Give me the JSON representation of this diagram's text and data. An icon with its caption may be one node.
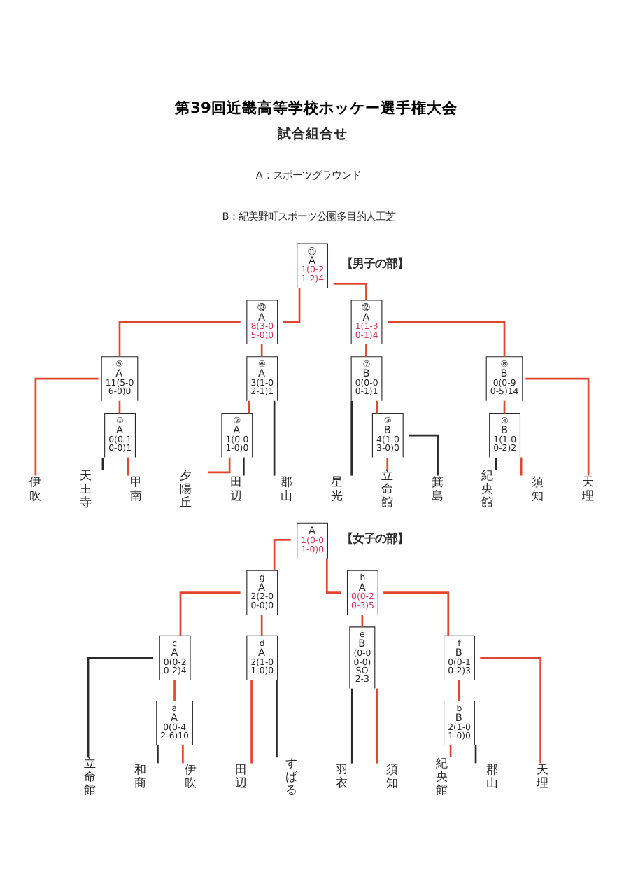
{
  "diagram": {
    "title": "第39回近畿高等学校ホッケー選手権大会",
    "nodes": [
      {
        "text": [
          "⑪",
          "A",
          "1(0-2 1-2)4"
        ]
      },
      {
        "text": [
          "⑬",
          "A",
          "8(3-0 5-0)0"
        ]
      },
      {
        "text": [
          "⑫",
          "A",
          "1(1-3 0-1)4"
        ]
      },
      {
        "text": [
          "⑤",
          "A",
          "11(5-0 6-0)0"
        ]
      },
      {
        "text": [
          "⑥",
          "A",
          "3(1-0 2-1)1"
        ]
      },
      {
        "text": [
          "⑦",
          "B",
          "0(0-0 0-1)1"
        ]
      },
      {
        "text": [
          "⑧",
          "B",
          "0(0-9 0-5)14"
        ]
      },
      {
        "text": [
          "①",
          "A",
          "0(0-1 0-0)1"
        ]
      },
      {
        "text": [
          "②",
          "A",
          "1(0-0 1-0)0"
        ]
      },
      {
        "text": [
          "③",
          "B",
          "4(1-0 3-0)0"
        ]
      },
      {
        "text": [
          "④",
          "B",
          "1(1-0 0-2)2"
        ]
      },
      {
        "text": [
          "伊吹"
        ]
      },
      {
        "text": [
          "天王寺"
        ]
      },
      {
        "text": [
          "甲南"
        ]
      },
      {
        "text": [
          "夕陽丘"
        ]
      },
      {
        "text": [
          "田辺"
        ]
      },
      {
        "text": [
          "郡山"
        ]
      },
      {
        "text": [
          "星光"
        ]
      },
      {
        "text": [
          "立命館"
        ]
      },
      {
        "text": [
          "箕島"
        ]
      },
      {
        "text": [
          "紀央館"
        ]
      },
      {
        "text": [
          "須知"
        ]
      },
      {
        "text": [
          "天理"
        ]
      },
      {
        "text": [
          "A",
          "1(0-0 1-0)0"
        ]
      },
      {
        "text": [
          "g",
          "A",
          "2(2-0 0-0)0"
        ]
      },
      {
        "text": [
          "h",
          "A",
          "0(0-2 0-3)5"
        ]
      },
      {
        "text": [
          "c",
          "A",
          "0(0-2 0-2)4"
        ]
      },
      {
        "text": [
          "d",
          "A",
          "2(1-0 1-0)0"
        ]
      },
      {
        "text": [
          "e",
          "B",
          "(0-0 0-0)",
          "SO",
          "2-3"
        ]
      },
      {
        "text": [
          "f",
          "B",
          "0(0-1 0-2)3"
        ]
      },
      {
        "text": [
          "a",
          "A",
          "0(0-4 2-6)10"
        ]
      },
      {
        "text": [
          "b",
          "B",
          "2(1-0 1-0)0"
        ]
      },
      {
        "text": [
          "立命館"
        ]
      },
      {
        "text": [
          "和商"
        ]
      },
      {
        "text": [
          "伊吹"
        ]
      },
      {
        "text": [
          "田辺"
        ]
      },
      {
        "text": [
          "すばる"
        ]
      },
      {
        "text": [
          "羽衣"
        ]
      },
      {
        "text": [
          "須知"
        ]
      },
      {
        "text": [
          "紀央館"
        ]
      },
      {
        "text": [
          "郡山"
        ]
      },
      {
        "text": [
          "天理"
        ]
      }
    ],
    "edges": [
      {
        "from": 1,
        "to": 0,
        "arrow": "none",
        "color": "#e0452f"
      },
      {
        "from": 2,
        "to": 0,
        "arrow": "none",
        "color": "#e0452f"
      },
      {
        "from": 3,
        "to": 1,
        "arrow": "none",
        "color": "#e0452f"
      },
      {
        "from": 4,
        "to": 1,
        "arrow": "none",
        "color": "#e0452f"
      },
      {
        "from": 5,
        "to": 2,
        "arrow": "none",
        "color": "#e0452f"
      },
      {
        "from": 6,
        "to": 2,
        "arrow": "none",
        "color": "#e0452f"
      },
      {
        "from": 11,
        "to": 3,
        "arrow": "none",
        "color": "#e0452f"
      },
      {
        "from": 7,
        "to": 3,
        "arrow": "none",
        "color": "#e0452f"
      },
      {
        "from": 8,
        "to": 4,
        "arrow": "none",
        "color": "#e0452f"
      },
      {
        "from": 16,
        "to": 4,
        "arrow": "none",
        "color": "#2a2a2a"
      },
      {
        "from": 17,
        "to": 5,
        "arrow": "none",
        "color": "#2a2a2a"
      },
      {
        "from": 9,
        "to": 5,
        "arrow": "none",
        "color": "#e0452f"
      },
      {
        "from": 10,
        "to": 6,
        "arrow": "none",
        "color": "#e0452f"
      },
      {
        "from": 22,
        "to": 6,
        "arrow": "none",
        "color": "#e0452f"
      },
      {
        "from": 12,
        "to": 7,
        "arrow": "none",
        "color": "#2a2a2a"
      },
      {
        "from": 13,
        "to": 7,
        "arrow": "none",
        "color": "#e0452f"
      },
      {
        "from": 14,
        "to": 8,
        "arrow": "none",
        "color": "#e0452f"
      },
      {
        "from": 15,
        "to": 8,
        "arrow": "none",
        "color": "#2a2a2a"
      },
      {
        "from": 18,
        "to": 9,
        "arrow": "none",
        "color": "#e0452f"
      },
      {
        "from": 19,
        "to": 9,
        "arrow": "none",
        "color": "#2a2a2a"
      },
      {
        "from": 20,
        "to": 10,
        "arrow": "none",
        "color": "#2a2a2a"
      },
      {
        "from": 21,
        "to": 10,
        "arrow": "none",
        "color": "#e0452f"
      },
      {
        "from": 24,
        "to": 23,
        "arrow": "none",
        "color": "#e0452f"
      },
      {
        "from": 25,
        "to": 23,
        "arrow": "none",
        "color": "#e0452f"
      },
      {
        "from": 26,
        "to": 24,
        "arrow": "none",
        "color": "#e0452f"
      },
      {
        "from": 27,
        "to": 24,
        "arrow": "none",
        "color": "#e0452f"
      },
      {
        "from": 28,
        "to": 25,
        "arrow": "none",
        "color": "#e0452f"
      },
      {
        "from": 29,
        "to": 25,
        "arrow": "none",
        "color": "#e0452f"
      },
      {
        "from": 32,
        "to": 26,
        "arrow": "none",
        "color": "#2a2a2a"
      },
      {
        "from": 30,
        "to": 26,
        "arrow": "none",
        "color": "#e0452f"
      },
      {
        "from": 35,
        "to": 27,
        "arrow": "none",
        "color": "#e0452f"
      },
      {
        "from": 36,
        "to": 27,
        "arrow": "none",
        "color": "#2a2a2a"
      },
      {
        "from": 37,
        "to": 28,
        "arrow": "none",
        "color": "#2a2a2a"
      },
      {
        "from": 38,
        "to": 28,
        "arrow": "none",
        "color": "#e0452f"
      },
      {
        "from": 31,
        "to": 29,
        "arrow": "none",
        "color": "#e0452f"
      },
      {
        "from": 41,
        "to": 29,
        "arrow": "none",
        "color": "#e0452f"
      },
      {
        "from": 33,
        "to": 30,
        "arrow": "none",
        "color": "#2a2a2a"
      },
      {
        "from": 34,
        "to": 30,
        "arrow": "none",
        "color": "#e0452f"
      },
      {
        "from": 39,
        "to": 31,
        "arrow": "none",
        "color": "#e0452f"
      },
      {
        "from": 40,
        "to": 31,
        "arrow": "none",
        "color": "#2a2a2a"
      }
    ],
    "labels": [
      "試合組合せ",
      "A：スポーツグラウンド",
      "B：紀美野町スポーツ公園多目的人工芝",
      "【男子の部】",
      "【女子の部】"
    ]
  }
}
